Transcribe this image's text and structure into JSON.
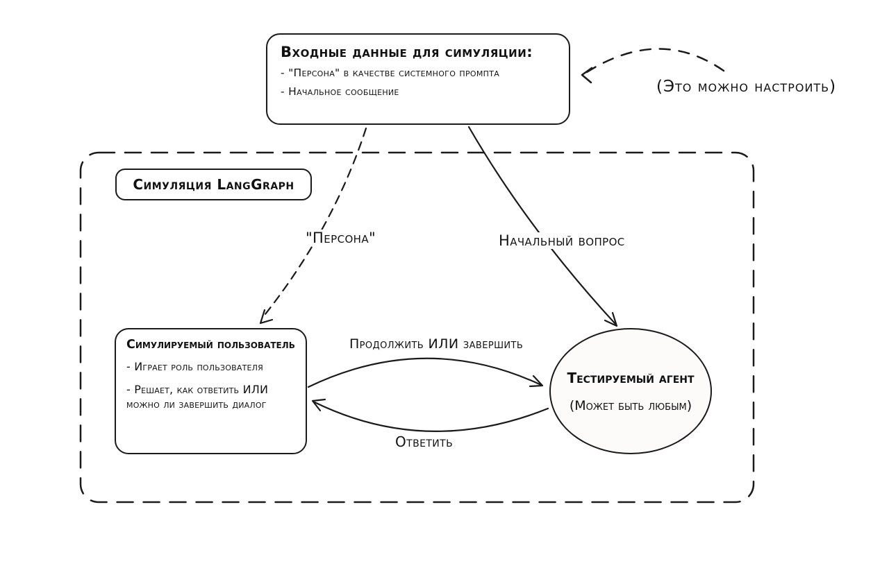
{
  "diagram": {
    "input_box": {
      "title": "Входные данные для симуляции:",
      "items": [
        "- \"Персона\" в качестве системного промпта",
        "- Начальное сообщение"
      ]
    },
    "annotation": "(Это можно настроить)",
    "container_label": "Симуляция LangGraph",
    "simulated_user_box": {
      "title": "Симулируемый пользователь",
      "items": [
        "- Играет роль пользователя",
        "- Решает, как ответить ИЛИ можно ли завершить диалог"
      ]
    },
    "agent_ellipse": {
      "title": "Тестируемый агент",
      "subtitle": "(Может быть любым)"
    },
    "edge_labels": {
      "persona": "\"Персона\"",
      "initial_question": "Начальный вопрос",
      "continue_or_finish": "Продолжить ИЛИ завершить",
      "respond": "Ответить"
    },
    "colors": {
      "stroke": "#1a1a1a",
      "ellipse_fill": "#fdfafa",
      "background": "#ffffff"
    }
  }
}
